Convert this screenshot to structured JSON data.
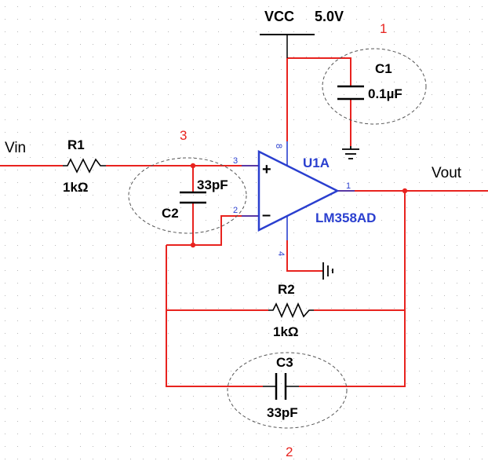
{
  "schematic": {
    "supply": {
      "name": "VCC",
      "value": "5.0V"
    },
    "input_label": "Vin",
    "output_label": "Vout",
    "opamp": {
      "ref": "U1A",
      "part": "LM358AD",
      "pins": {
        "noninverting": "3",
        "inverting": "2",
        "output": "1",
        "vcc": "8",
        "gnd": "4"
      },
      "plus_sign": "+",
      "minus_sign": "–"
    },
    "components": {
      "r1": {
        "ref": "R1",
        "value": "1kΩ"
      },
      "r2": {
        "ref": "R2",
        "value": "1kΩ"
      },
      "c1": {
        "ref": "C1",
        "value": "0.1µF"
      },
      "c2": {
        "ref": "C2",
        "value": "33pF"
      },
      "c3": {
        "ref": "C3",
        "value": "33pF"
      }
    },
    "annotations": [
      "1",
      "2",
      "3"
    ],
    "colors": {
      "wire": "#e8231f",
      "component": "#000000",
      "pin": "#2a3fcf",
      "part_label": "#2a3fcf",
      "annotation": "#e8231f",
      "grid_dot": "#b8b8b8"
    }
  }
}
